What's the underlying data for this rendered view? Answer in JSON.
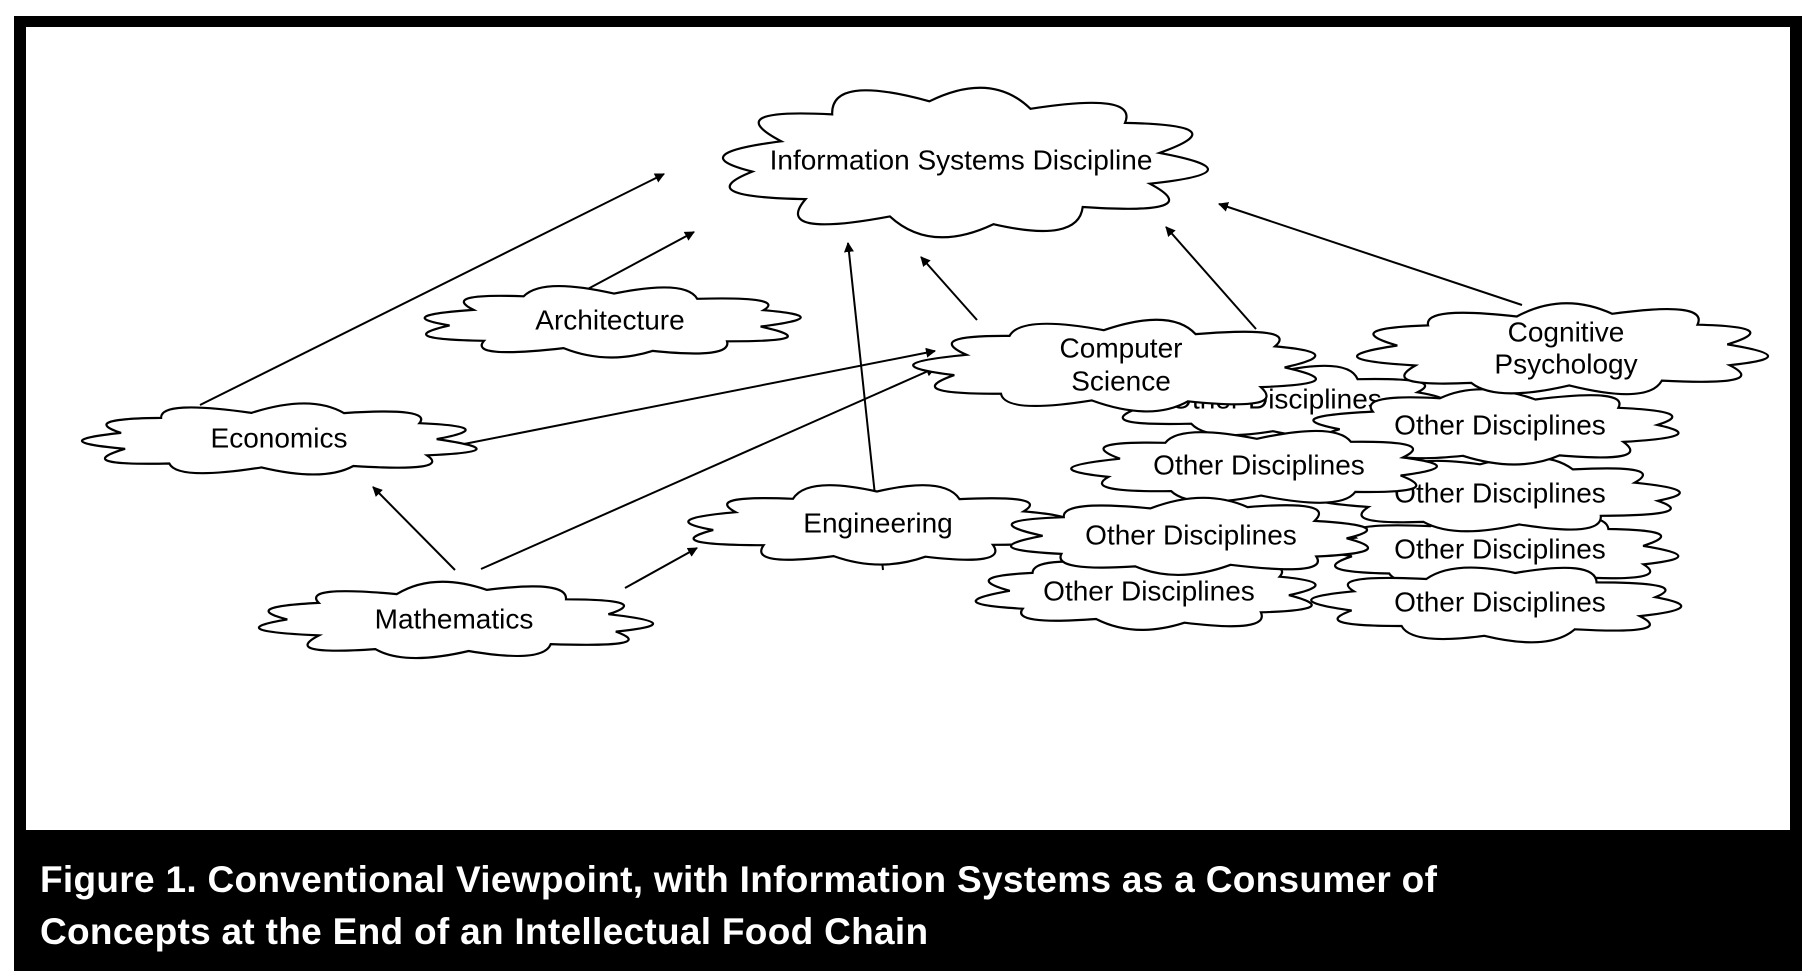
{
  "nodes": {
    "is": "Information Systems Discipline",
    "architecture": "Architecture",
    "economics": "Economics",
    "computer_science": [
      "Computer",
      "Science"
    ],
    "cognitive_psychology": [
      "Cognitive",
      "Psychology"
    ],
    "engineering": "Engineering",
    "mathematics": "Mathematics",
    "other": "Other Disciplines"
  },
  "caption": {
    "line1": "Figure 1.  Conventional Viewpoint, with Information Systems as a Consumer of",
    "line2": "Concepts at the End of an Intellectual Food Chain"
  }
}
